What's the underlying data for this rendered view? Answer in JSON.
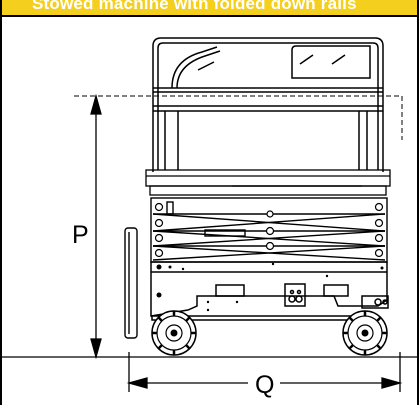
{
  "header": {
    "title": "Stowed machine with folded down rails"
  },
  "dimensions": {
    "height_label": "P",
    "length_label": "Q"
  },
  "colors": {
    "header_background": "#f4cf1d",
    "line": "#000000"
  }
}
